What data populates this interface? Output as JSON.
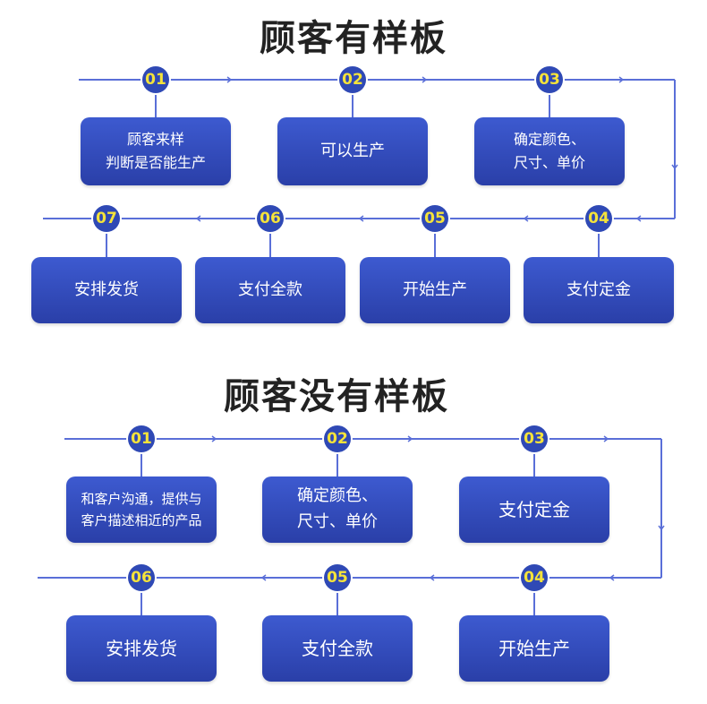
{
  "section_with_sample": {
    "title": "顾客有样板",
    "steps": [
      {
        "num": "01",
        "label": "顾客来样\n判断是否能生产"
      },
      {
        "num": "02",
        "label": "可以生产"
      },
      {
        "num": "03",
        "label": "确定颜色、\n尺寸、单价"
      },
      {
        "num": "04",
        "label": "支付定金"
      },
      {
        "num": "05",
        "label": "开始生产"
      },
      {
        "num": "06",
        "label": "支付全款"
      },
      {
        "num": "07",
        "label": "安排发货"
      }
    ]
  },
  "section_without_sample": {
    "title": "顾客没有样板",
    "steps": [
      {
        "num": "01",
        "label": "和客户沟通，提供与\n客户描述相近的产品"
      },
      {
        "num": "02",
        "label": "确定颜色、\n尺寸、单价"
      },
      {
        "num": "03",
        "label": "支付定金"
      },
      {
        "num": "04",
        "label": "开始生产"
      },
      {
        "num": "05",
        "label": "支付全款"
      },
      {
        "num": "06",
        "label": "安排发货"
      }
    ]
  },
  "colors": {
    "line": "#5a6fd8",
    "node": "#2f49b5",
    "node_text": "#f5e33a",
    "box": "#3249b8"
  }
}
